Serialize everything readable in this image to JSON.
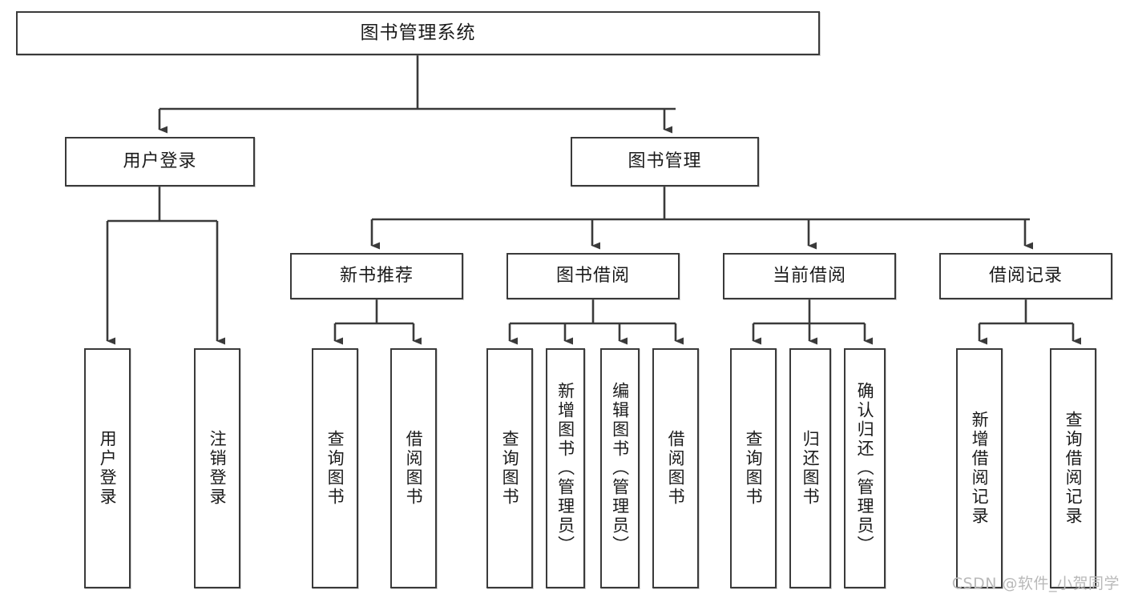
{
  "diagram": {
    "title": "图书管理系统",
    "watermark": "CSDN @软件_小贺同学",
    "line_color": "#3a3a3a",
    "box_border_color": "#3a3a3a",
    "box_fill_color": "#ffffff",
    "text_color": "#1b1b1b",
    "watermark_color": "#b9b9b9"
  },
  "nodes": {
    "root": {
      "label": "图书管理系统"
    },
    "level2": [
      {
        "label": "用户登录"
      },
      {
        "label": "图书管理"
      }
    ],
    "level3": [
      {
        "label": "新书推荐"
      },
      {
        "label": "图书借阅"
      },
      {
        "label": "当前借阅"
      },
      {
        "label": "借阅记录"
      }
    ],
    "leaves": {
      "user_login": [
        {
          "label": "用户登录"
        },
        {
          "label": "注销登录"
        }
      ],
      "new_book_recommend": [
        {
          "label": "查询图书"
        },
        {
          "label": "借阅图书"
        }
      ],
      "book_borrow": [
        {
          "label": "查询图书"
        },
        {
          "label": "新增图书（管理员）"
        },
        {
          "label": "编辑图书（管理员）"
        },
        {
          "label": "借阅图书"
        }
      ],
      "current_borrow": [
        {
          "label": "查询图书"
        },
        {
          "label": "归还图书"
        },
        {
          "label": "确认归还（管理员）"
        }
      ],
      "borrow_record": [
        {
          "label": "新增借阅记录"
        },
        {
          "label": "查询借阅记录"
        }
      ]
    }
  }
}
